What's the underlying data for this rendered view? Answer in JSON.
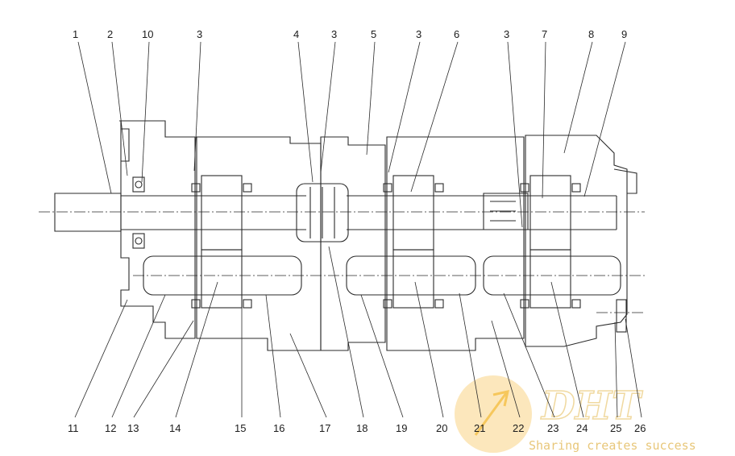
{
  "diagram": {
    "callouts_top": [
      "1",
      "2",
      "10",
      "3",
      "4",
      "3",
      "5",
      "3",
      "6",
      "3",
      "7",
      "8",
      "9"
    ],
    "callouts_bottom": [
      "11",
      "12",
      "13",
      "14",
      "15",
      "16",
      "17",
      "18",
      "19",
      "20",
      "21",
      "22",
      "23",
      "24",
      "25",
      "26"
    ]
  },
  "watermark": {
    "logo_text": "DHT",
    "tagline": "Sharing creates success",
    "colors": {
      "disc": "#fbe3b0",
      "text": "#e8c77a"
    }
  },
  "colors": {
    "line": "#2a2a2a",
    "background": "#ffffff"
  }
}
